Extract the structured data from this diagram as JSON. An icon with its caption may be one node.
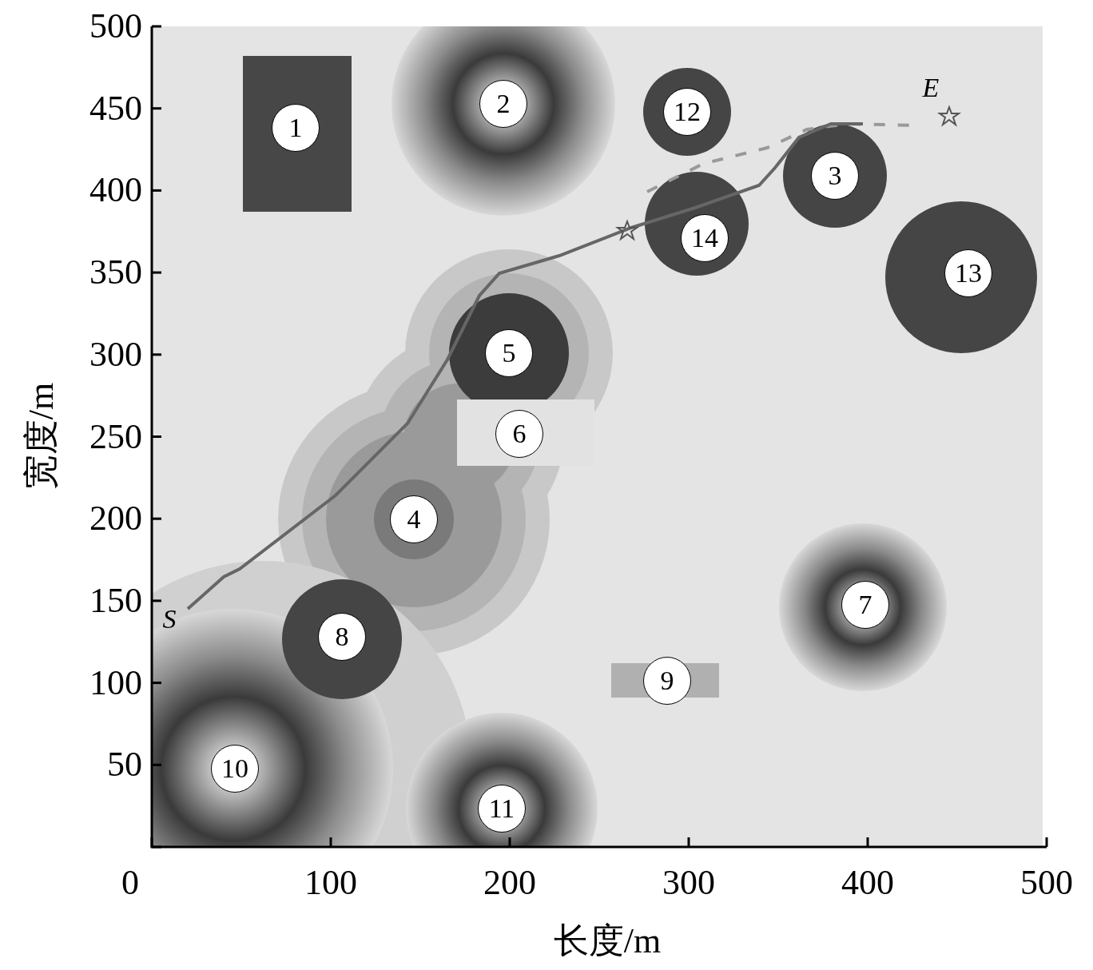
{
  "diagram": {
    "nodes": [
      {
        "text": [
          "1"
        ]
      },
      {
        "text": [
          "2"
        ]
      },
      {
        "text": [
          "12"
        ]
      },
      {
        "text": [
          "E"
        ]
      },
      {
        "text": [
          "3"
        ]
      },
      {
        "text": [
          "14"
        ]
      },
      {
        "text": [
          "13"
        ]
      },
      {
        "text": [
          "5"
        ]
      },
      {
        "text": [
          "6"
        ]
      },
      {
        "text": [
          "4"
        ]
      },
      {
        "text": [
          "S"
        ]
      },
      {
        "text": [
          "8"
        ]
      },
      {
        "text": [
          "7"
        ]
      },
      {
        "text": [
          "9"
        ]
      },
      {
        "text": [
          "10"
        ]
      },
      {
        "text": [
          "11"
        ]
      }
    ],
    "edges": [],
    "labels": [
      "500",
      "450",
      "400",
      "350",
      "300",
      "250",
      "200",
      "150",
      "100",
      "50",
      "宽度/m",
      "0",
      "100",
      "200",
      "300",
      "400",
      "500",
      "长度/m"
    ]
  }
}
